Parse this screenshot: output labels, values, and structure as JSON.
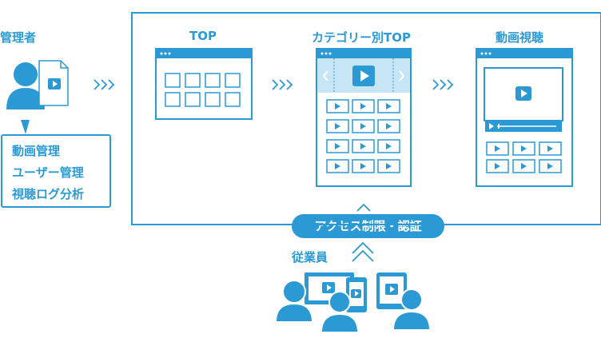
{
  "colors": {
    "accent": "#2b9ad4",
    "light": "#c7e6f5",
    "white": "#ffffff"
  },
  "admin": {
    "title": "管理者",
    "functions": [
      "動画管理",
      "ユーザー管理",
      "視聴ログ分析"
    ]
  },
  "screens": [
    {
      "title": "TOP"
    },
    {
      "title": "カテゴリー別TOP"
    },
    {
      "title": "動画視聴"
    }
  ],
  "access": {
    "label": "アクセス制限・認証"
  },
  "employees": {
    "label": "従業員"
  },
  "icons": [
    "person-icon",
    "document-video-icon",
    "chevron-arrows-icon",
    "browser-window-icon",
    "play-icon",
    "monitor-icon",
    "smartphone-icon",
    "tablet-icon"
  ]
}
